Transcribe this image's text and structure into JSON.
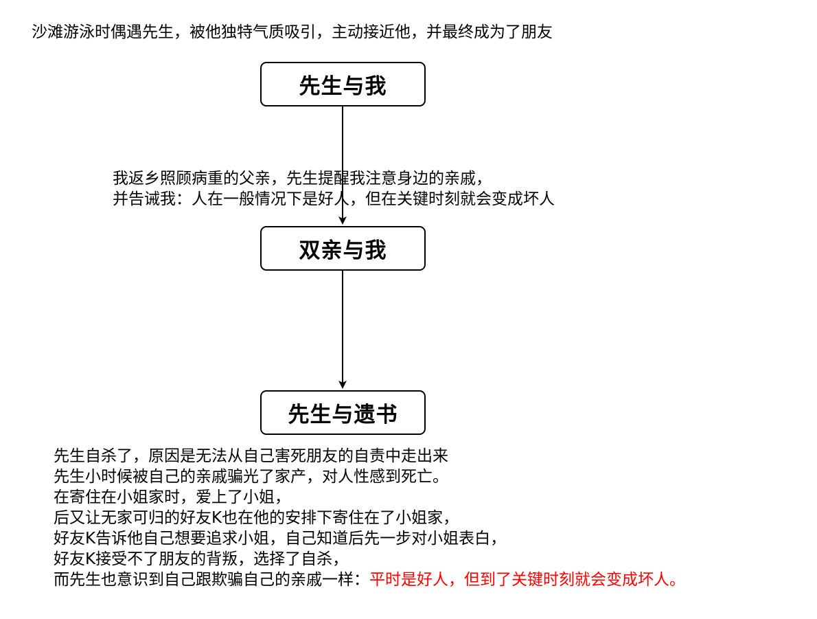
{
  "top_note": "沙滩游泳时偶遇先生，被他独特气质吸引，主动接近他，并最终成为了朋友",
  "nodes": [
    {
      "label": "先生与我"
    },
    {
      "label": "双亲与我"
    },
    {
      "label": "先生与遗书"
    }
  ],
  "middle_note": {
    "lines": [
      "我返乡照顾病重的父亲，先生提醒我注意身边的亲戚，",
      "并告诫我：人在一般情况下是好人，但在关键时刻就会变成坏人"
    ]
  },
  "bottom_note": {
    "lines": [
      "先生自杀了，原因是无法从自己害死朋友的自责中走出来",
      "先生小时候被自己的亲戚骗光了家产，对人性感到死亡。",
      "在寄住在小姐家时，爱上了小姐，",
      "后又让无家可归的好友K也在他的安排下寄住在了小姐家，",
      "好友K告诉他自己想要追求小姐，自己知道后先一步对小姐表白，",
      "好友K接受不了朋友的背叛，选择了自杀，"
    ],
    "last_line_plain": "而先生也意识到自己跟欺骗自己的亲戚一样：",
    "last_line_highlight": "平时是好人，但到了关键时刻就会变成坏人。"
  },
  "colors": {
    "highlight": "#ff0000",
    "stroke": "#000000"
  }
}
